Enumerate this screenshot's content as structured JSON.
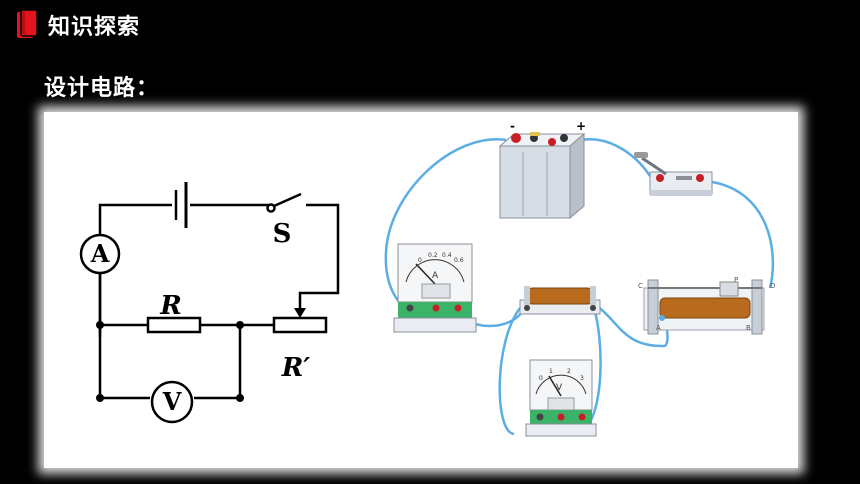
{
  "header": {
    "title": "知识探索",
    "icon": "book-icon"
  },
  "subtitle": "设计电路：",
  "schematic": {
    "ammeter_symbol": "A",
    "voltmeter_symbol": "V",
    "switch_label": "S",
    "resistor_label": "R",
    "rheostat_label": "R′"
  },
  "apparatus": {
    "battery": {
      "minus": "-",
      "plus": "+"
    },
    "ammeter_dial": {
      "symbol": "A",
      "ticks": [
        "0",
        "0.2",
        "0.4",
        "0.6"
      ]
    },
    "voltmeter_dial": {
      "symbol": "V",
      "ticks": [
        "0",
        "1",
        "2",
        "3"
      ]
    },
    "rheostat_terminals": [
      "C",
      "P",
      "A",
      "B",
      "D"
    ]
  },
  "colors": {
    "accent": "#e4141d",
    "wire": "#5aaee3",
    "panel": "#ffffff"
  }
}
